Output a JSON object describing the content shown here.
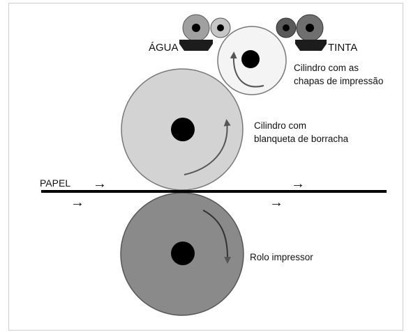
{
  "labels": {
    "water": "ÁGUA",
    "ink": "TINTA",
    "plate_cylinder": [
      "Cilindro com as",
      "chapas de impressão"
    ],
    "blanket_cylinder": [
      "Cilindro com",
      "blanqueta de borracha"
    ],
    "impression_roller": "Rolo impressor",
    "paper": "PAPEL"
  },
  "arrow_glyph": "→",
  "colors": {
    "plate_cylinder": "#f4f4f4",
    "blanket_cylinder": "#d3d3d3",
    "impression_roller": "#8a8a8a",
    "water_roller_large": "#a0a0a0",
    "water_roller_small": "#c6c6c6",
    "ink_roller_small": "#5a5a5a",
    "ink_roller_large": "#6f6f6f",
    "roller_tray": "#1c1c1c",
    "paper_line": "#000000",
    "rotation_arrow": "#555555"
  }
}
